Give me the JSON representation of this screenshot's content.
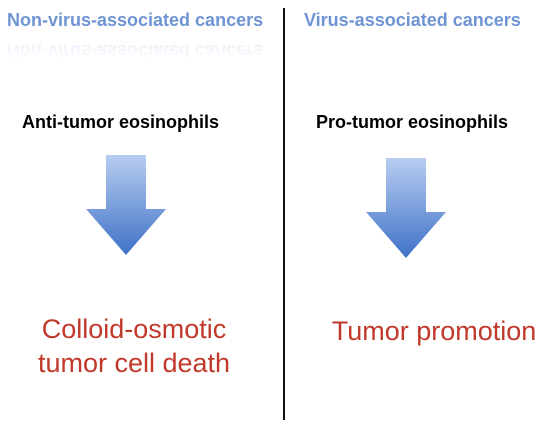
{
  "left": {
    "heading": "Non-virus-associated cancers",
    "label": "Anti-tumor eosinophils",
    "outcome_line1": "Colloid-osmotic",
    "outcome_line2": "tumor cell death",
    "arrow_icon": "down-arrow-icon"
  },
  "right": {
    "heading": "Virus-associated cancers",
    "label": "Pro-tumor eosinophils",
    "outcome_line1": "Tumor promotion",
    "arrow_icon": "down-arrow-icon"
  },
  "colors": {
    "heading": "#6f94d3",
    "label": "#000000",
    "outcome": "#c0392b",
    "arrow_light": "#b8cdf0",
    "arrow_dark": "#3f72c8",
    "divider": "#111111"
  }
}
